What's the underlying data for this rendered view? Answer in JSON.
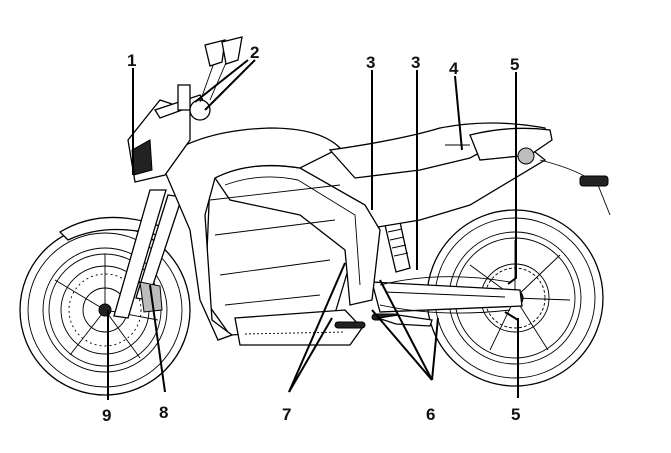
{
  "callouts": [
    {
      "id": "1",
      "text": "1"
    },
    {
      "id": "2",
      "text": "2"
    },
    {
      "id": "3a",
      "text": "3"
    },
    {
      "id": "3b",
      "text": "3"
    },
    {
      "id": "4",
      "text": "4"
    },
    {
      "id": "5a",
      "text": "5"
    },
    {
      "id": "5b",
      "text": "5"
    },
    {
      "id": "6",
      "text": "6"
    },
    {
      "id": "7",
      "text": "7"
    },
    {
      "id": "8",
      "text": "8"
    },
    {
      "id": "9",
      "text": "9"
    }
  ]
}
